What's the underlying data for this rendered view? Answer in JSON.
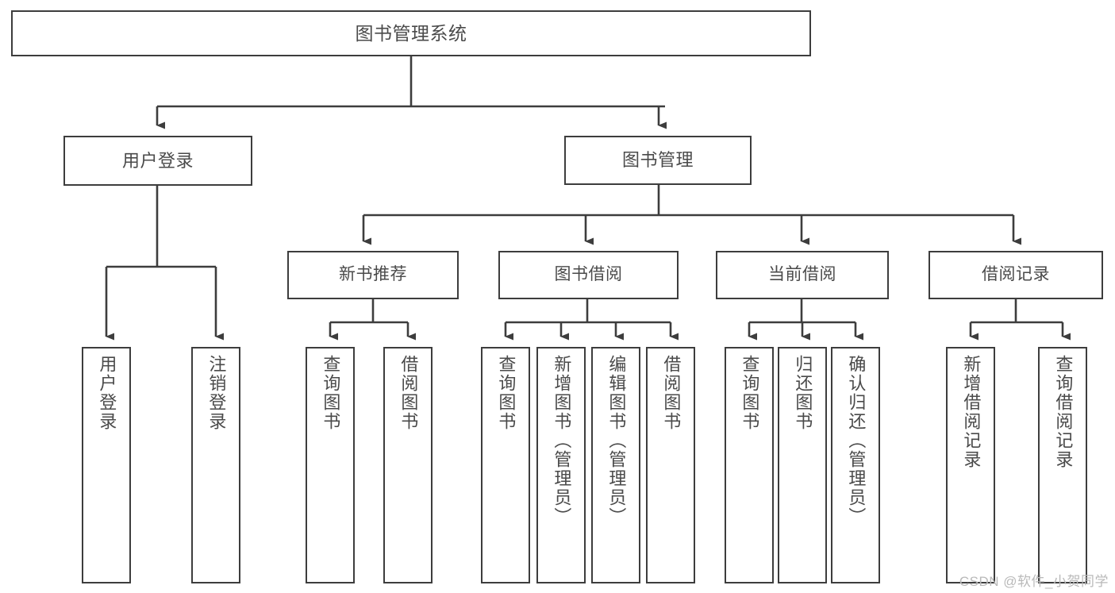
{
  "diagram": {
    "title": "图书管理系统",
    "type": "hierarchy-tree",
    "root": {
      "id": "root",
      "label": "图书管理系统"
    },
    "level1": [
      {
        "id": "user-login",
        "label": "用户登录"
      },
      {
        "id": "book-manage",
        "label": "图书管理"
      }
    ],
    "level2": [
      {
        "id": "new-book-rec",
        "label": "新书推荐",
        "parent": "book-manage"
      },
      {
        "id": "book-borrow",
        "label": "图书借阅",
        "parent": "book-manage"
      },
      {
        "id": "current-borrow",
        "label": "当前借阅",
        "parent": "book-manage"
      },
      {
        "id": "borrow-record",
        "label": "借阅记录",
        "parent": "book-manage"
      }
    ],
    "leaves": [
      {
        "id": "leaf-user-login",
        "label": "用户登录",
        "parent": "user-login"
      },
      {
        "id": "leaf-logout",
        "label": "注销登录",
        "parent": "user-login"
      },
      {
        "id": "leaf-query-book-1",
        "label": "查询图书",
        "parent": "new-book-rec"
      },
      {
        "id": "leaf-borrow-book-1",
        "label": "借阅图书",
        "parent": "new-book-rec"
      },
      {
        "id": "leaf-query-book-2",
        "label": "查询图书",
        "parent": "book-borrow"
      },
      {
        "id": "leaf-add-book",
        "label": "新增图书（管理员）",
        "parent": "book-borrow"
      },
      {
        "id": "leaf-edit-book",
        "label": "编辑图书（管理员）",
        "parent": "book-borrow"
      },
      {
        "id": "leaf-borrow-book-2",
        "label": "借阅图书",
        "parent": "book-borrow"
      },
      {
        "id": "leaf-query-book-3",
        "label": "查询图书",
        "parent": "current-borrow"
      },
      {
        "id": "leaf-return-book",
        "label": "归还图书",
        "parent": "current-borrow"
      },
      {
        "id": "leaf-confirm-return",
        "label": "确认归还（管理员）",
        "parent": "current-borrow"
      },
      {
        "id": "leaf-add-record",
        "label": "新增借阅记录",
        "parent": "borrow-record"
      },
      {
        "id": "leaf-query-record",
        "label": "查询借阅记录",
        "parent": "borrow-record"
      }
    ],
    "watermark": "CSDN @软件_小贺同学",
    "colors": {
      "border": "#3d3d3d",
      "text": "#4a4a4a",
      "edge": "#3d3d3d",
      "background": "#ffffff",
      "watermark": "#b9b9b9"
    }
  }
}
